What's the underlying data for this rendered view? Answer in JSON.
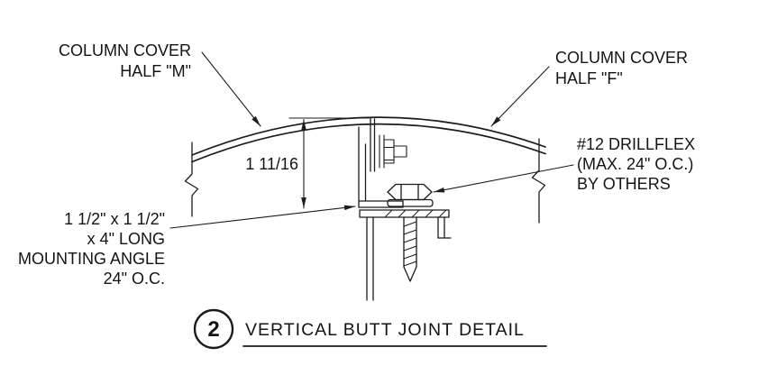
{
  "callouts": {
    "cover_m": {
      "lines": [
        "COLUMN COVER",
        "HALF \"M\""
      ]
    },
    "cover_f": {
      "lines": [
        "COLUMN COVER",
        "HALF \"F\""
      ]
    },
    "drillflex": {
      "lines": [
        "#12 DRILLFLEX",
        "(MAX. 24\" O.C.)",
        "BY OTHERS"
      ]
    },
    "mounting_angle": {
      "lines": [
        "1 1/2\" x 1 1/2\"",
        "x 4\" LONG",
        "MOUNTING ANGLE",
        "24\" O.C."
      ]
    }
  },
  "dimension": {
    "value": "1 11/16"
  },
  "title_block": {
    "detail_number": "2",
    "title": "VERTICAL BUTT JOINT DETAIL"
  },
  "colors": {
    "line": "#1b1b1b",
    "background": "#ffffff"
  }
}
